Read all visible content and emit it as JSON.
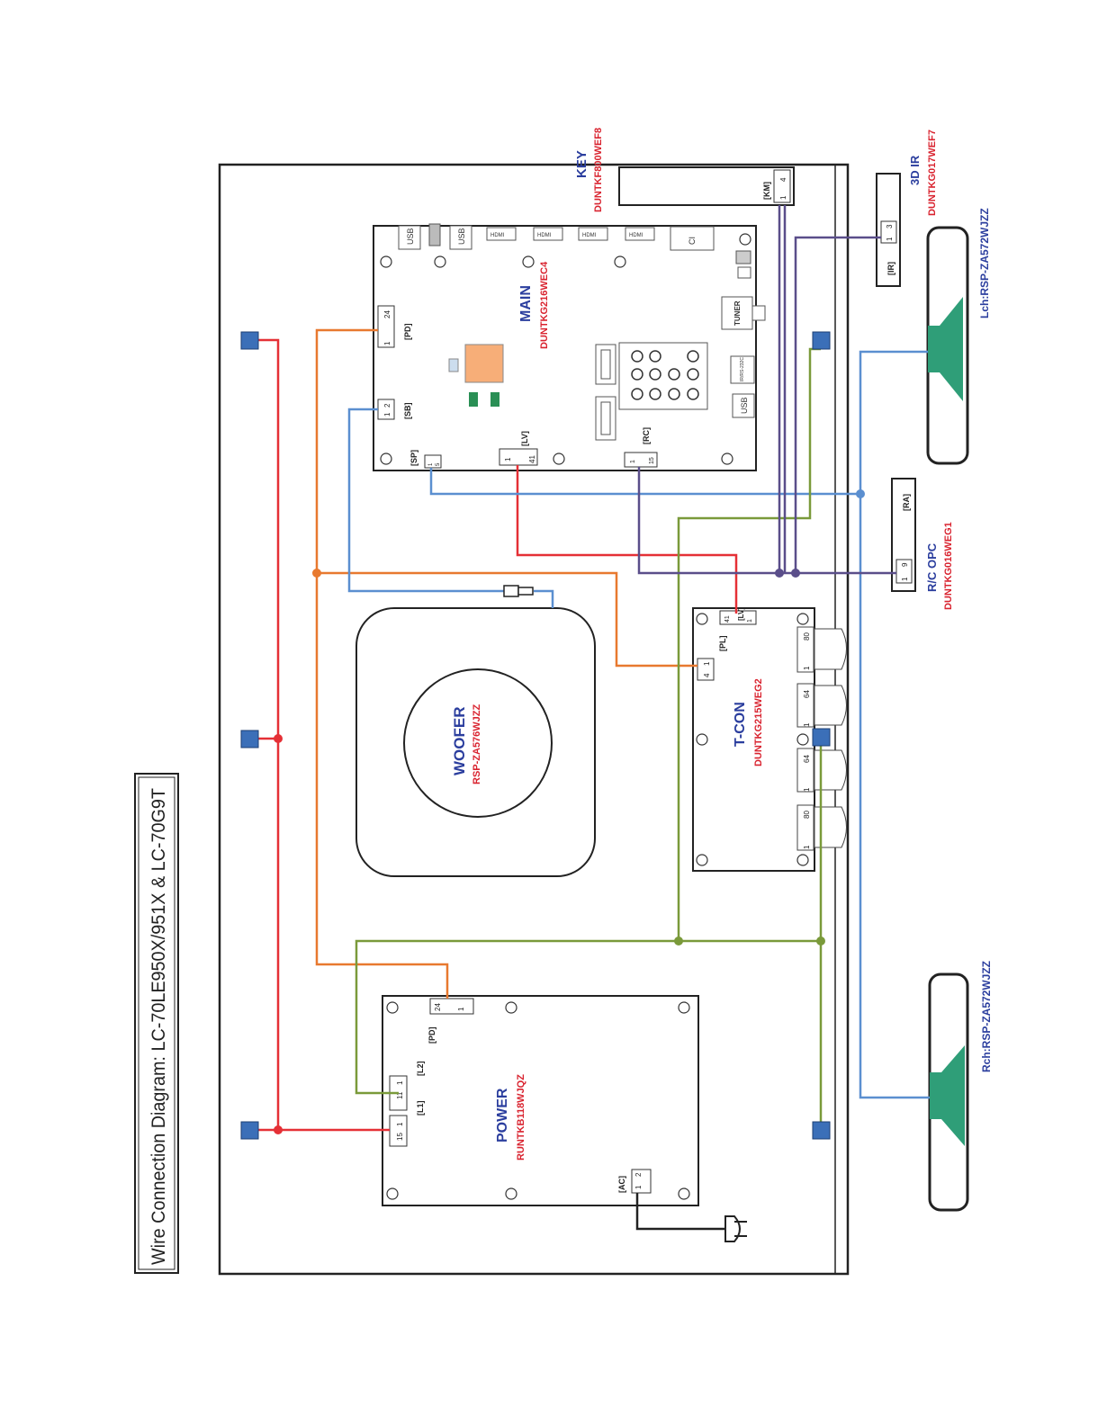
{
  "title": "Wire Connection Diagram: LC-70LE950X/951X & LC-70G9T",
  "colors": {
    "red_wire": "#e53036",
    "orange_wire": "#e8792f",
    "blue_wire": "#5b8fd0",
    "green_wire": "#7a9a3a",
    "purple_wire": "#5a4e8a",
    "black_wire": "#222222",
    "board_name": "#2b3e9e",
    "part_number": "#d9232f",
    "ground_square": "#3b6fb8",
    "speaker_cone": "#2f9e78",
    "chip_orange": "#f7ae78",
    "chip_green": "#2a8f55"
  },
  "boards": {
    "main": {
      "name": "MAIN",
      "part": "DUNTKG216WEC4",
      "ports": [
        "USB",
        "USB",
        "HDMI",
        "HDMI",
        "HDMI",
        "HDMI",
        "CI",
        "TUNER",
        "USB",
        "IR/RS-232C"
      ],
      "conn_pd": {
        "label": "[PD]",
        "pins": [
          "1",
          "24"
        ]
      },
      "conn_sb": {
        "label": "[SB]",
        "pins": [
          "1",
          "2"
        ]
      },
      "conn_sp": {
        "label": "[SP]",
        "pins": [
          "1",
          "5"
        ]
      },
      "conn_lv": {
        "label": "[LV]",
        "pins": [
          "1",
          "41"
        ]
      },
      "conn_rc": {
        "label": "[RC]",
        "pins": [
          "1",
          "15"
        ]
      }
    },
    "key": {
      "name": "KEY",
      "part": "DUNTKF800WEF8",
      "conn": {
        "label": "[KM]",
        "pins": [
          "1",
          "4"
        ]
      }
    },
    "ir3d": {
      "name": "3D IR",
      "part": "DUNTKG017WEF7",
      "conn": {
        "label": "[IR]",
        "pins": [
          "1",
          "3"
        ]
      }
    },
    "rc_opc": {
      "name": "R/C OPC",
      "part": "DUNTKG016WEG1",
      "conn": {
        "label": "[RA]",
        "pins": [
          "1",
          "9"
        ]
      }
    },
    "tcon": {
      "name": "T-CON",
      "part": "DUNTKG215WEG2",
      "conn_pl": {
        "label": "[PL]",
        "pins": [
          "4",
          "1"
        ]
      },
      "conn_lv": {
        "label": "[LV]",
        "pins": [
          "41",
          "1"
        ]
      },
      "fpc": [
        {
          "a": "80",
          "b": "1"
        },
        {
          "a": "64",
          "b": "1"
        },
        {
          "a": "64",
          "b": "1"
        },
        {
          "a": "80",
          "b": "1"
        }
      ]
    },
    "power": {
      "name": "POWER",
      "part": "RUNTKB118WJQZ",
      "conn_pd": {
        "label": "[PD]",
        "pins": [
          "24",
          "1"
        ]
      },
      "conn_l1": {
        "label": "[L1]",
        "pins": [
          "15",
          "1"
        ]
      },
      "conn_l2": {
        "label": "[L2]",
        "pins": [
          "11",
          "1"
        ]
      },
      "conn_ac": {
        "label": "[AC]",
        "pins": [
          "1",
          "2"
        ]
      }
    }
  },
  "speakers": {
    "woofer": {
      "name": "WOOFER",
      "part": "RSP-ZA576WJZZ"
    },
    "lch": {
      "text": "Lch:RSP-ZA572WJZZ"
    },
    "rch": {
      "text": "Rch:RSP-ZA572WJZZ"
    }
  }
}
